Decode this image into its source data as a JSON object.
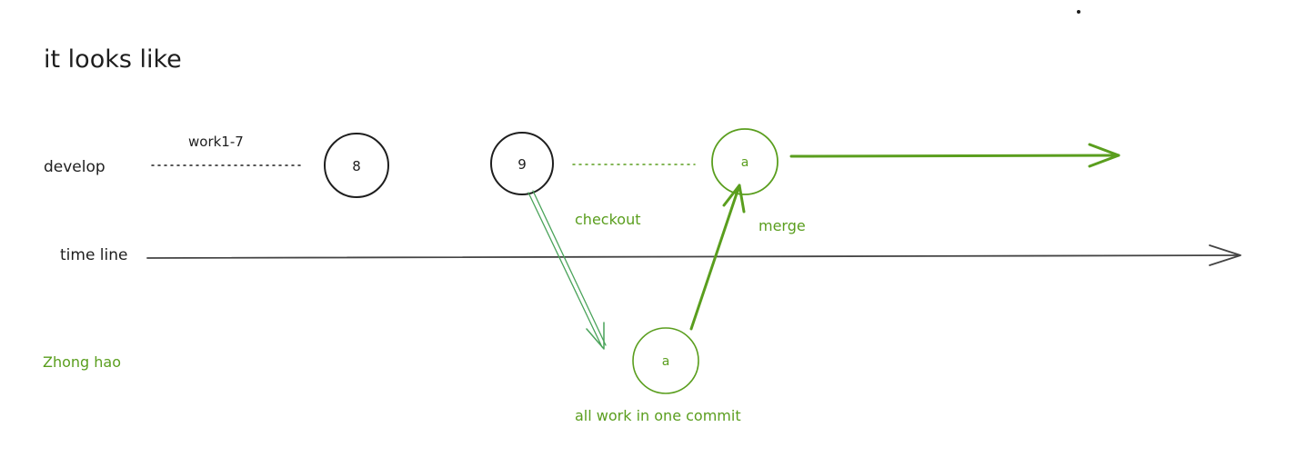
{
  "heading": "it looks like",
  "rows": {
    "develop": "develop",
    "timeline": "time line",
    "zhong_hao": "Zhong hao"
  },
  "labels": {
    "work_range": "work1-7",
    "checkout": "checkout",
    "merge": "merge",
    "single_commit_note": "all work in one commit"
  },
  "commits": {
    "c8": "8",
    "c9": "9",
    "merge_commit": "a",
    "zhong_hao_commit": "a"
  },
  "colors": {
    "ink": "#1e1e1e",
    "green": "#5a9e1e",
    "light_green": "#4aa35a",
    "grey": "#444444"
  }
}
